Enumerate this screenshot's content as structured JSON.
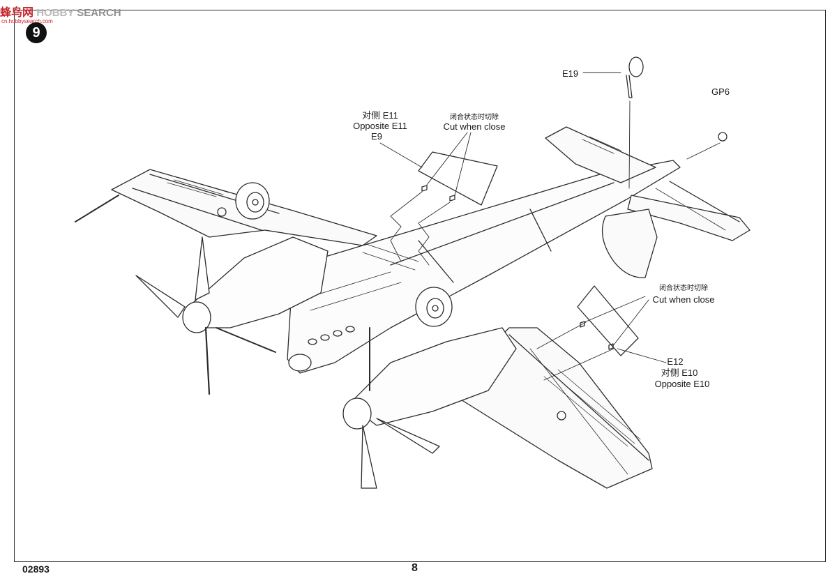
{
  "watermark": {
    "cn_text": "蜂鸟网",
    "hobby_text": "HOBBY",
    "search_text": "SEARCH",
    "subdomain": "cn.hobbysearch.com"
  },
  "step": {
    "number": "9"
  },
  "callouts": {
    "e19": "E19",
    "gp6": "GP6",
    "e11_cn": "对侧 E11",
    "e11_en": "Opposite E11",
    "e9": "E9",
    "cut_cn_left": "闭合状态时切除",
    "cut_en_left": "Cut when close",
    "cut_cn_right": "闭合状态时切除",
    "cut_en_right": "Cut when close",
    "e12": "E12",
    "e10_cn": "对侧 E10",
    "e10_en": "Opposite E10"
  },
  "footer": {
    "product_code": "02893",
    "page_number": "8"
  }
}
